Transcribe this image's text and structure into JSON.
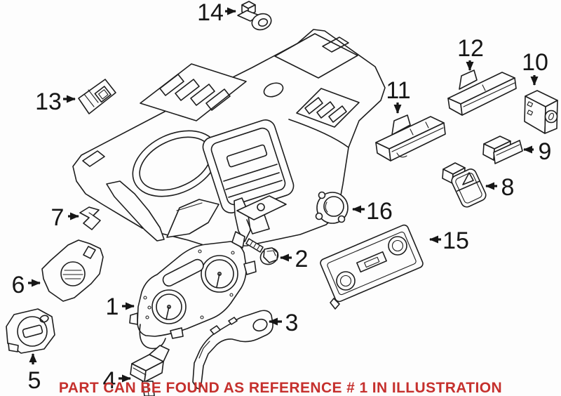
{
  "diagram": {
    "background_color": "#fdfdfd",
    "line_color": "#1d1d1d",
    "caption": {
      "text": "PART CAN BE FOUND AS REFERENCE # 1 IN ILLUSTRATION",
      "color": "#c5302d",
      "highlighted_reference": "1"
    },
    "callouts": [
      {
        "ref": "1"
      },
      {
        "ref": "2"
      },
      {
        "ref": "3"
      },
      {
        "ref": "4"
      },
      {
        "ref": "5"
      },
      {
        "ref": "6"
      },
      {
        "ref": "7"
      },
      {
        "ref": "8"
      },
      {
        "ref": "9"
      },
      {
        "ref": "10"
      },
      {
        "ref": "11"
      },
      {
        "ref": "12"
      },
      {
        "ref": "13"
      },
      {
        "ref": "14"
      },
      {
        "ref": "15"
      },
      {
        "ref": "16"
      }
    ]
  }
}
